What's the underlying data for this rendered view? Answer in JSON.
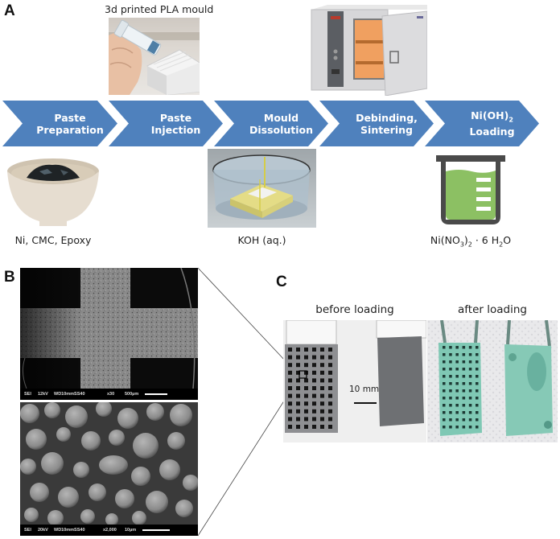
{
  "panels": {
    "a": {
      "label": "A",
      "mould_caption": "3d printed PLA mould",
      "steps": [
        {
          "line1": "Paste",
          "line2": "Preparation"
        },
        {
          "line1": "Paste",
          "line2": "Injection"
        },
        {
          "line1": "Mould",
          "line2": "Dissolution"
        },
        {
          "line1": "Debinding,",
          "line2": "Sintering"
        },
        {
          "line1": "Ni(OH)",
          "line1_sub": "2",
          "line2": "Loading"
        }
      ],
      "images": {
        "syringe": "syringe injecting paste into PLA mould",
        "oven": "sintering furnace with open door",
        "bowl": "bowl of nickel paste",
        "koh_bath": "mould in KOH bath",
        "beaker": "beaker of nickel nitrate solution"
      },
      "bottom_captions": {
        "bowl": "Ni, CMC, Epoxy",
        "koh": "KOH (aq.)",
        "beaker": {
          "pre": "Ni(NO",
          "sub1": "3",
          "mid": ")",
          "sub2": "2",
          "post": " · 6 H",
          "sub3": "2",
          "end": "O"
        }
      },
      "colors": {
        "chevron": "#4f81bd",
        "beaker_liquid": "#8cc063",
        "beaker_outline": "#4a4a4a"
      }
    },
    "b": {
      "label": "B",
      "sem_top": {
        "mode": "SEI",
        "voltage": "12kV",
        "wd": "WD10mmSS40",
        "mag": "x30",
        "scale": "500µm"
      },
      "sem_bottom": {
        "mode": "SEI",
        "voltage": "20kV",
        "wd": "WD10mmSS40",
        "mag": "x2,000",
        "scale": "10µm"
      }
    },
    "c": {
      "label": "C",
      "before_label": "before loading",
      "after_label": "after loading",
      "scale_label": "10 mm"
    }
  }
}
